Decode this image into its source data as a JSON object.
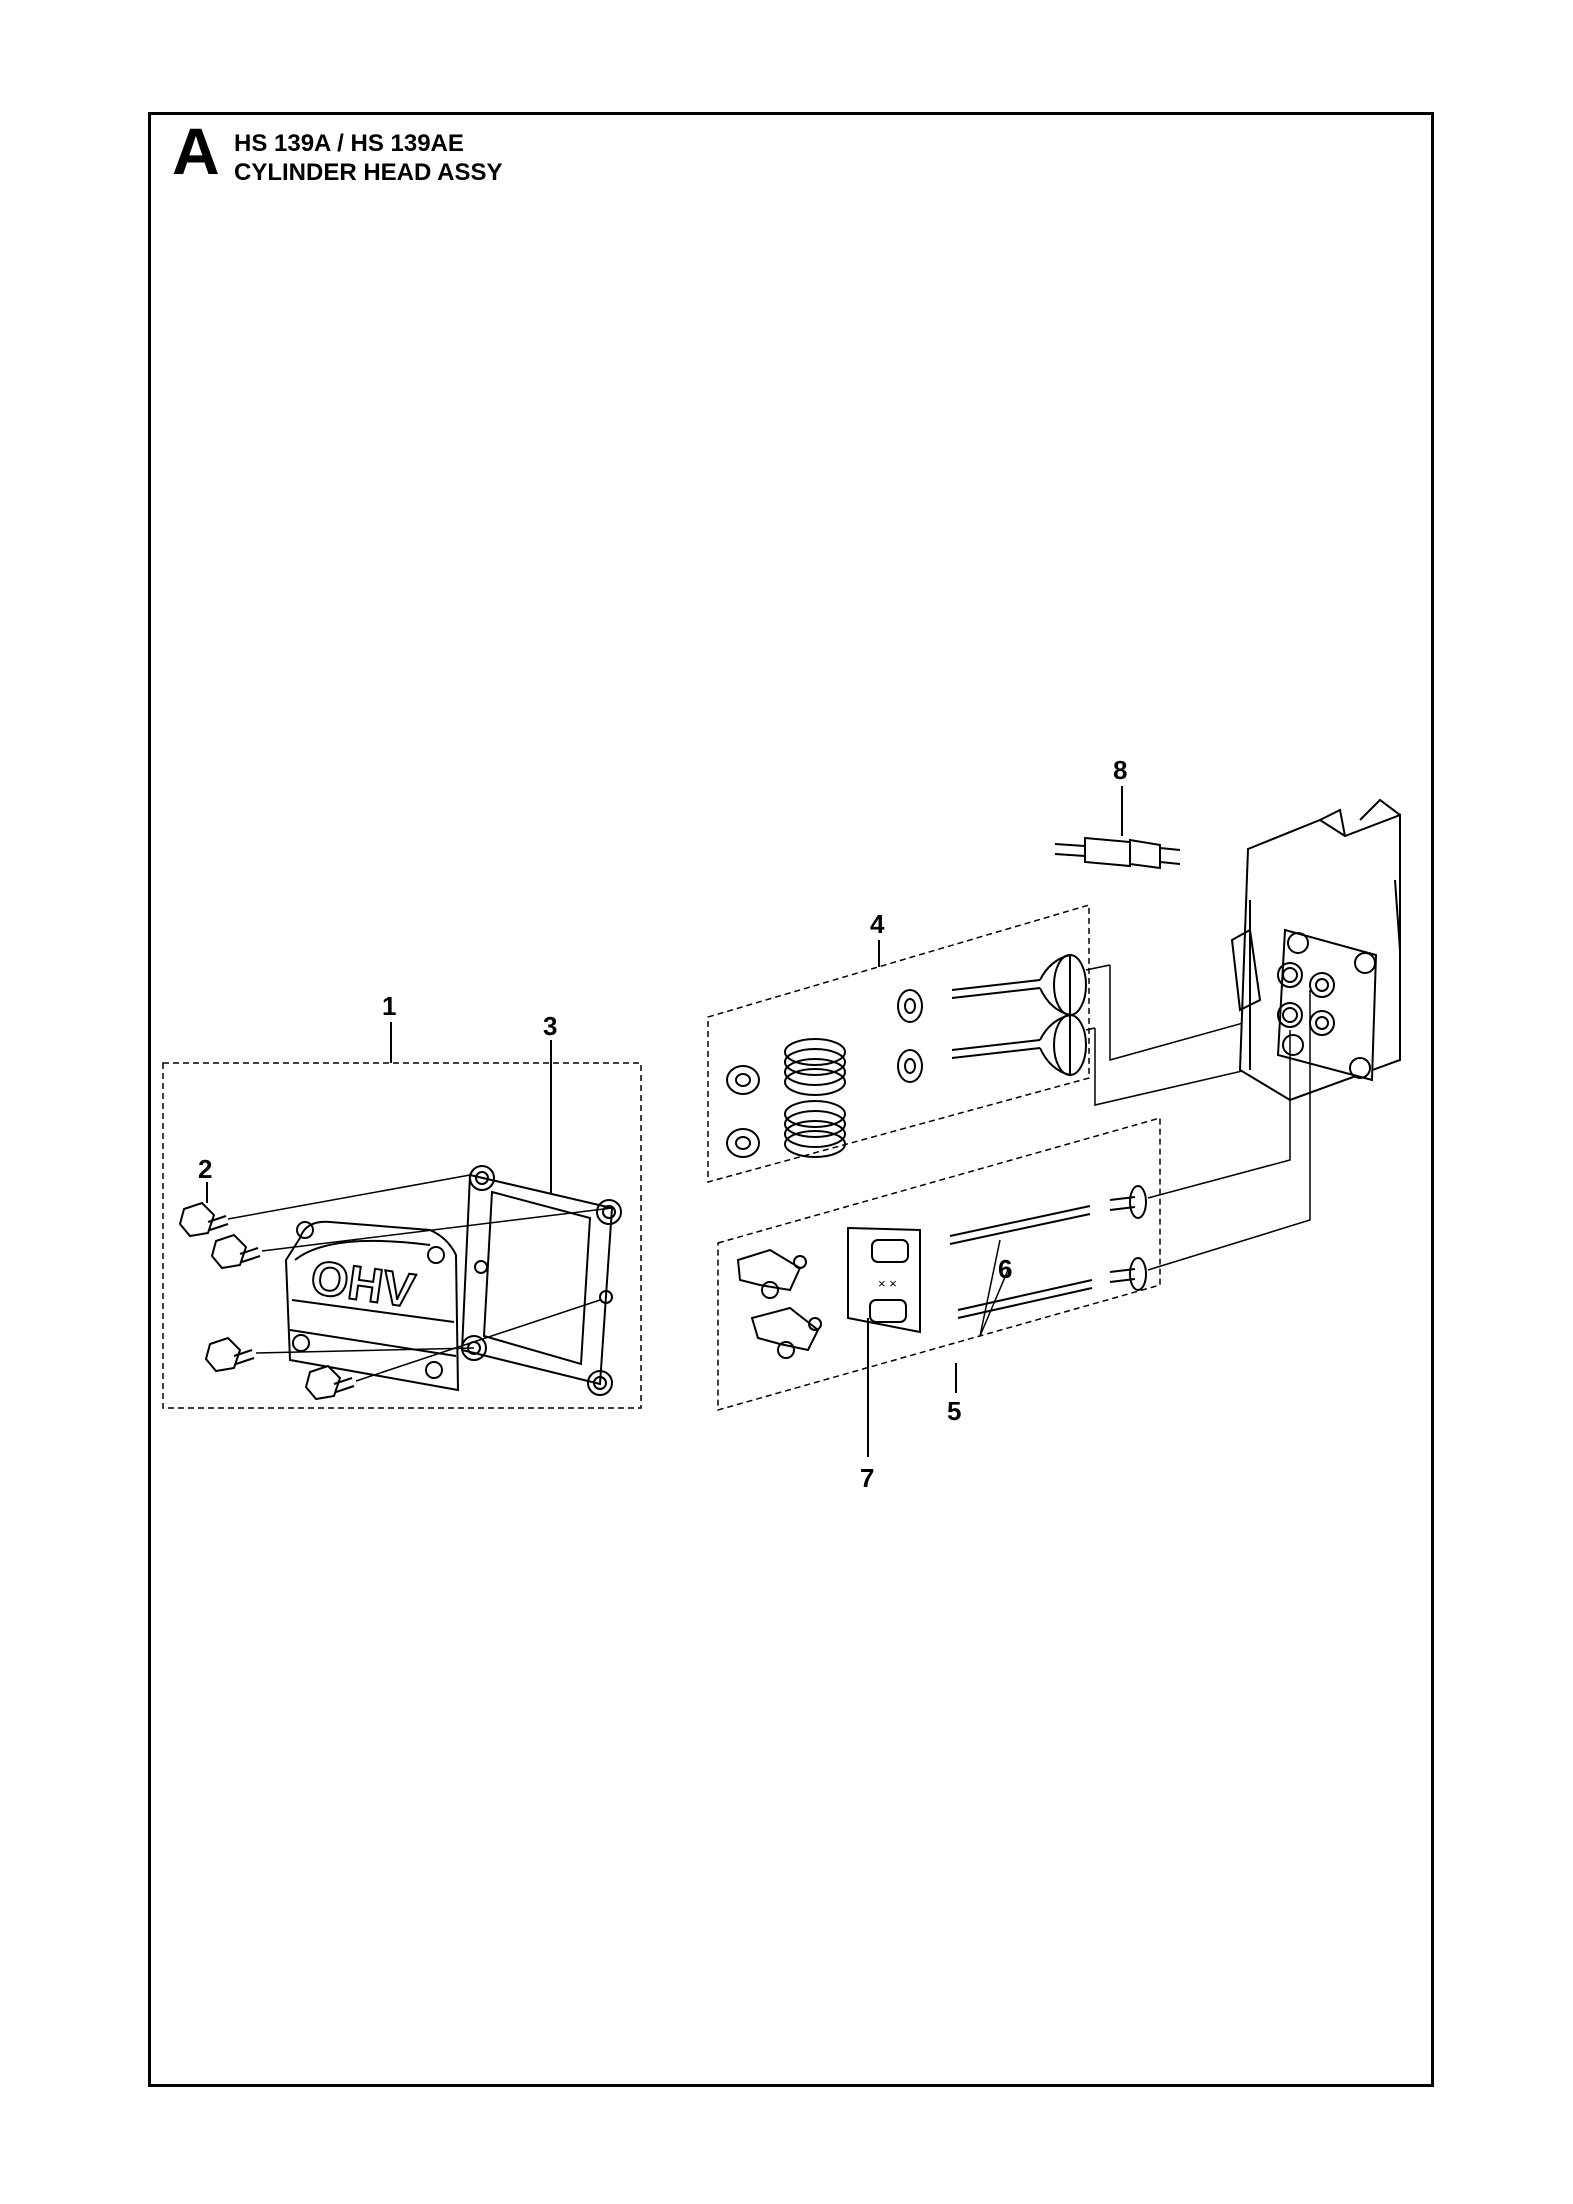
{
  "header": {
    "section_letter": "A",
    "model": "HS 139A / HS 139AE",
    "title": "CYLINDER HEAD ASSY"
  },
  "callouts": {
    "c1": "1",
    "c2": "2",
    "c3": "3",
    "c4": "4",
    "c5": "5",
    "c6": "6",
    "c7": "7",
    "c8": "8"
  },
  "cover_emboss": "OHV"
}
